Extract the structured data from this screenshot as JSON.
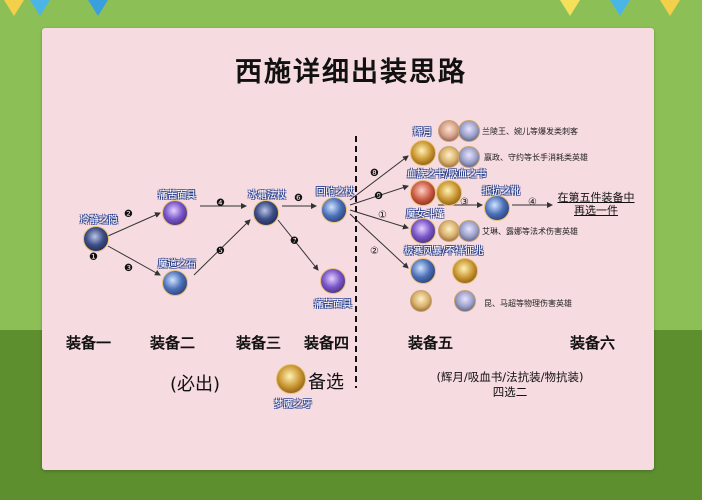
{
  "title": "西施详细出装思路",
  "items": {
    "i1": "冷静之隐",
    "i2a": "痛苦面具",
    "i2b": "魔道之石",
    "i3": "冰霜法杖",
    "i4a": "回响之杖",
    "i4b": "痛苦面具",
    "i5a": "辉月",
    "i5b": "血族之书/吸血之书",
    "i5c": "魔女斗篷",
    "i5d": "极寒风暴/不祥征兆",
    "i5e": "抵抗之靴",
    "backup": "梦魇之牙"
  },
  "steps": {
    "s1": "❶",
    "s2": "❷",
    "s3": "❸",
    "s4": "❹",
    "s5": "❺",
    "s6": "❻",
    "s7": "❼",
    "s8": "❽",
    "s9": "❾",
    "s10": "①",
    "s11": "②",
    "s12": "③",
    "s13": "④"
  },
  "notes": {
    "n1": "兰陵王、婉儿等爆发类刺客",
    "n2": "嬴政、守约等长手消耗类英雄",
    "n3": "艾琳、露娜等法术伤害英雄",
    "n4": "昆、马超等物理伤害英雄"
  },
  "final_label": "在第五件装备中再选一件",
  "slots": [
    "装备一",
    "装备二",
    "装备三",
    "装备四",
    "装备五",
    "装备六"
  ],
  "must": "(必出)",
  "backup_label": "备选",
  "choice_line1": "(辉月/吸血书/法抗装/物抗装)",
  "choice_line2": "四选二"
}
